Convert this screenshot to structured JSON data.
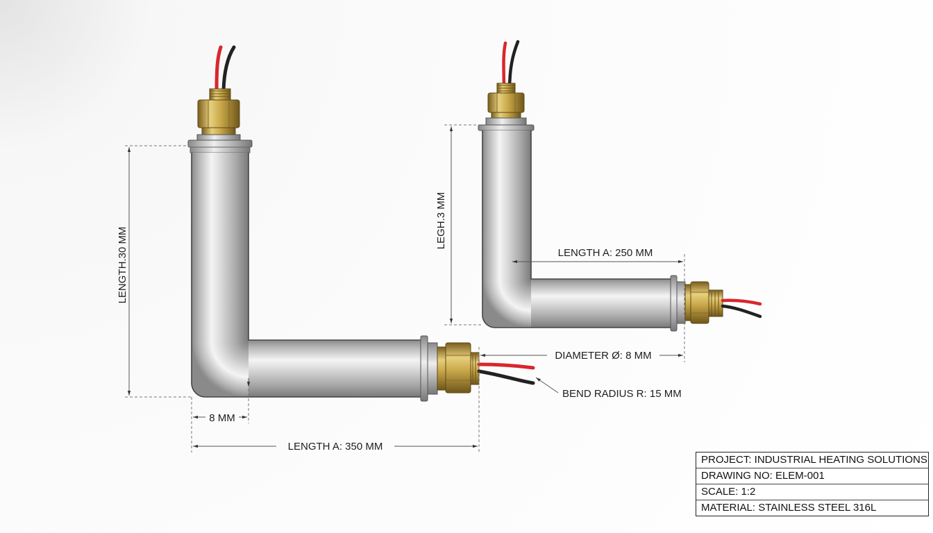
{
  "colors": {
    "wire_red": "#d8272d",
    "wire_black": "#222222",
    "brass": "#c9a84a",
    "steel": "#c3c3c3"
  },
  "dimensions": {
    "left_vertical_length": "LENGTH.30 MM",
    "left_diameter": "8 MM",
    "left_horizontal_length": "LENGTH A: 350 MM",
    "right_vertical_length": "LEGH.3 MM",
    "right_horizontal_length": "LENGTH A: 250 MM",
    "right_diameter": "DIAMETER Ø: 8 MM",
    "bend_radius": "BEND RADIUS R: 15 MM"
  },
  "title_block": {
    "project": "PROJECT: INDUSTRIAL HEATING SOLUTIONS",
    "drawing_no": "DRAWING NO: ELEM-001",
    "scale": "SCALE: 1:2",
    "material": "MATERIAL: STAINLESS STEEL 316L"
  }
}
